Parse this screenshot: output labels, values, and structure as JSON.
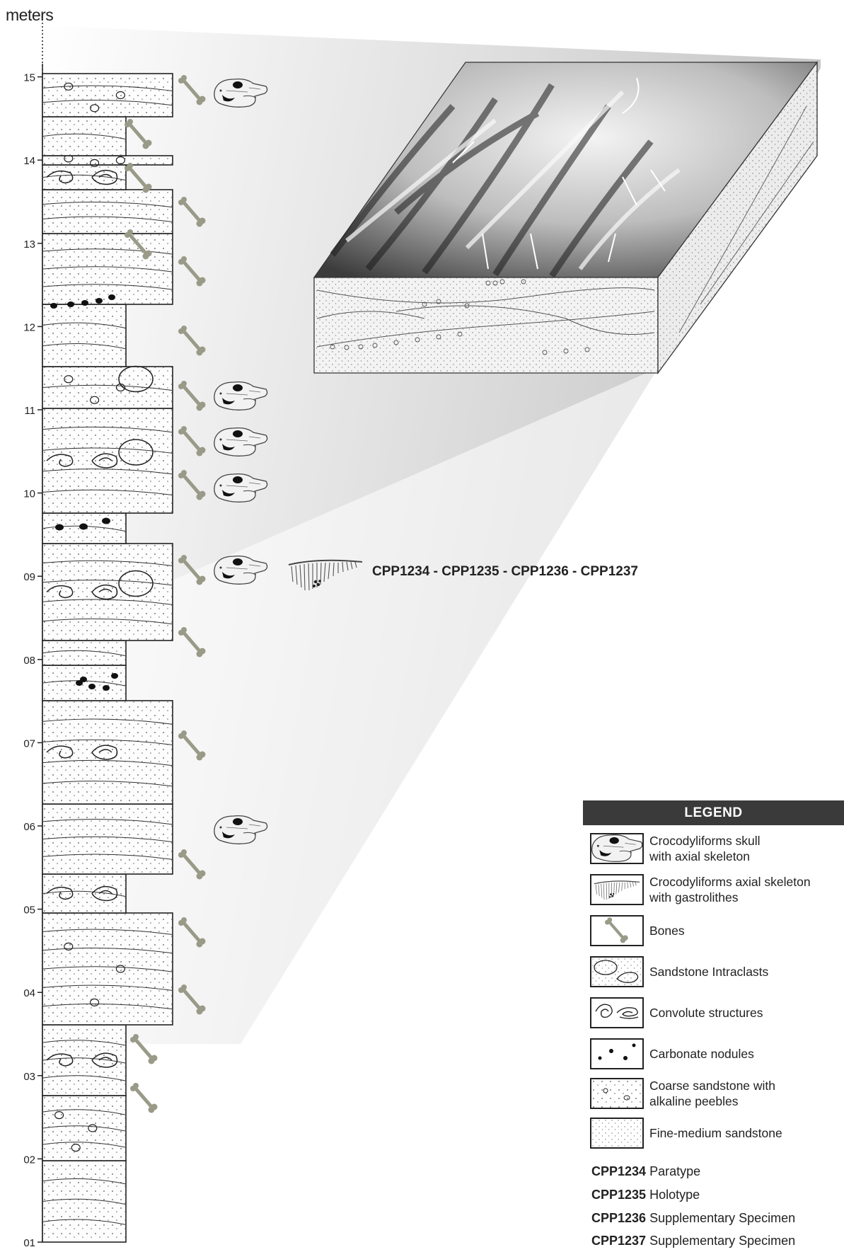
{
  "axis": {
    "unit_label": "meters",
    "ticks": [
      "01",
      "02",
      "03",
      "04",
      "05",
      "06",
      "07",
      "08",
      "09",
      "10",
      "11",
      "12",
      "13",
      "14",
      "15"
    ]
  },
  "specimens_label": "CPP1234 - CPP1235 - CPP1236 - CPP1237",
  "legend": {
    "title": "LEGEND",
    "items": [
      {
        "icon": "skull-icon",
        "label": "Crocodyliforms skull\nwith axial skeleton"
      },
      {
        "icon": "axial-skeleton-icon",
        "label": "Crocodyliforms axial skeleton\nwith gastrolithes"
      },
      {
        "icon": "bone-icon",
        "label": "Bones"
      },
      {
        "icon": "intraclast-icon",
        "label": "Sandstone Intraclasts"
      },
      {
        "icon": "convolute-icon",
        "label": "Convolute structures"
      },
      {
        "icon": "nodule-icon",
        "label": "Carbonate nodules"
      },
      {
        "icon": "coarse-sandstone-icon",
        "label": "Coarse sandstone with\nalkaline peebles"
      },
      {
        "icon": "fine-sandstone-icon",
        "label": "Fine-medium sandstone"
      }
    ],
    "specimens": [
      {
        "code": "CPP1234",
        "desc": "Paratype"
      },
      {
        "code": "CPP1235",
        "desc": "Holotype"
      },
      {
        "code": "CPP1236",
        "desc": "Supplementary Specimen"
      },
      {
        "code": "CPP1237",
        "desc": "Supplementary Specimen"
      }
    ]
  },
  "colors": {
    "line": "#222222",
    "bone": "#9a9a88",
    "header_bg": "#3a3a3a",
    "gradient_dark": "#b8b8b8"
  }
}
